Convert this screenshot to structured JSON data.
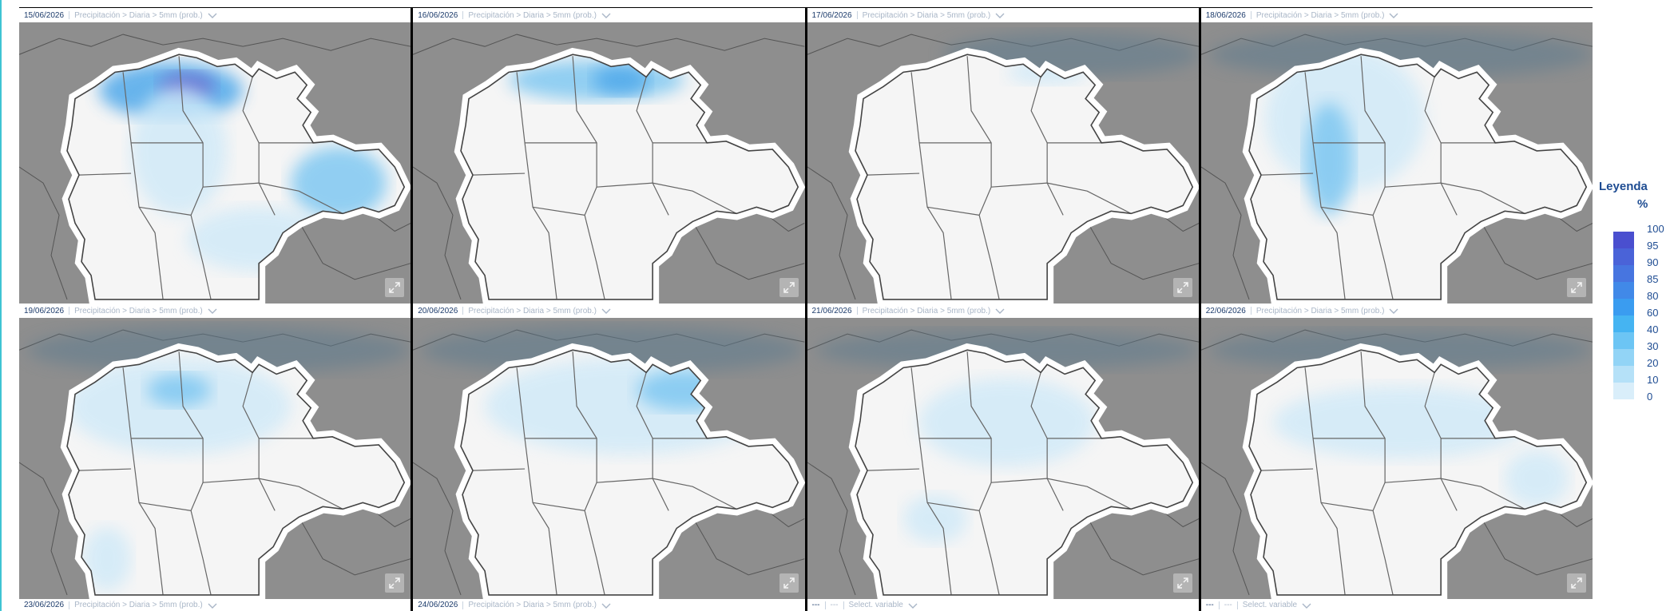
{
  "panels": [
    {
      "date": "15/06/2026",
      "variable": "Precipitación > Diaria > 5mm (prob.)",
      "intensity": 0.95
    },
    {
      "date": "16/06/2026",
      "variable": "Precipitación > Diaria > 5mm (prob.)",
      "intensity": 0.55
    },
    {
      "date": "17/06/2026",
      "variable": "Precipitación > Diaria > 5mm (prob.)",
      "intensity": 0.2
    },
    {
      "date": "18/06/2026",
      "variable": "Precipitación > Diaria > 5mm (prob.)",
      "intensity": 0.4
    },
    {
      "date": "19/06/2026",
      "variable": "Precipitación > Diaria > 5mm (prob.)",
      "intensity": 0.45
    },
    {
      "date": "20/06/2026",
      "variable": "Precipitación > Diaria > 5mm (prob.)",
      "intensity": 0.6
    },
    {
      "date": "21/06/2026",
      "variable": "Precipitación > Diaria > 5mm (prob.)",
      "intensity": 0.3
    },
    {
      "date": "22/06/2026",
      "variable": "Precipitación > Diaria > 5mm (prob.)",
      "intensity": 0.35
    }
  ],
  "bottom_panels": [
    {
      "date": "23/06/2026",
      "variable": "Precipitación > Diaria > 5mm (prob.)"
    },
    {
      "date": "24/06/2026",
      "variable": "Precipitación > Diaria > 5mm (prob.)"
    },
    {
      "date": "---",
      "extra": "---",
      "variable": "Select. variable"
    },
    {
      "date": "---",
      "extra": "---",
      "variable": "Select. variable"
    }
  ],
  "legend": {
    "title": "Leyenda",
    "unit": "%",
    "labels": [
      "100",
      "95",
      "90",
      "85",
      "80",
      "60",
      "40",
      "30",
      "20",
      "10",
      "0"
    ],
    "colors": [
      "#4a4fcf",
      "#4a63d8",
      "#4775e0",
      "#4189e8",
      "#3a9cf0",
      "#45b4f2",
      "#6cc5f4",
      "#92d4f6",
      "#b5e1f8",
      "#d9eefa"
    ]
  },
  "colors": {
    "map_background": "#8e8e8e",
    "region_fill": "#f5f5f5",
    "precip_light": "#cfe9f8",
    "precip_mid": "#7fc7f1",
    "precip_strong": "#4fa8ea",
    "accent": "#3fc4d3"
  }
}
